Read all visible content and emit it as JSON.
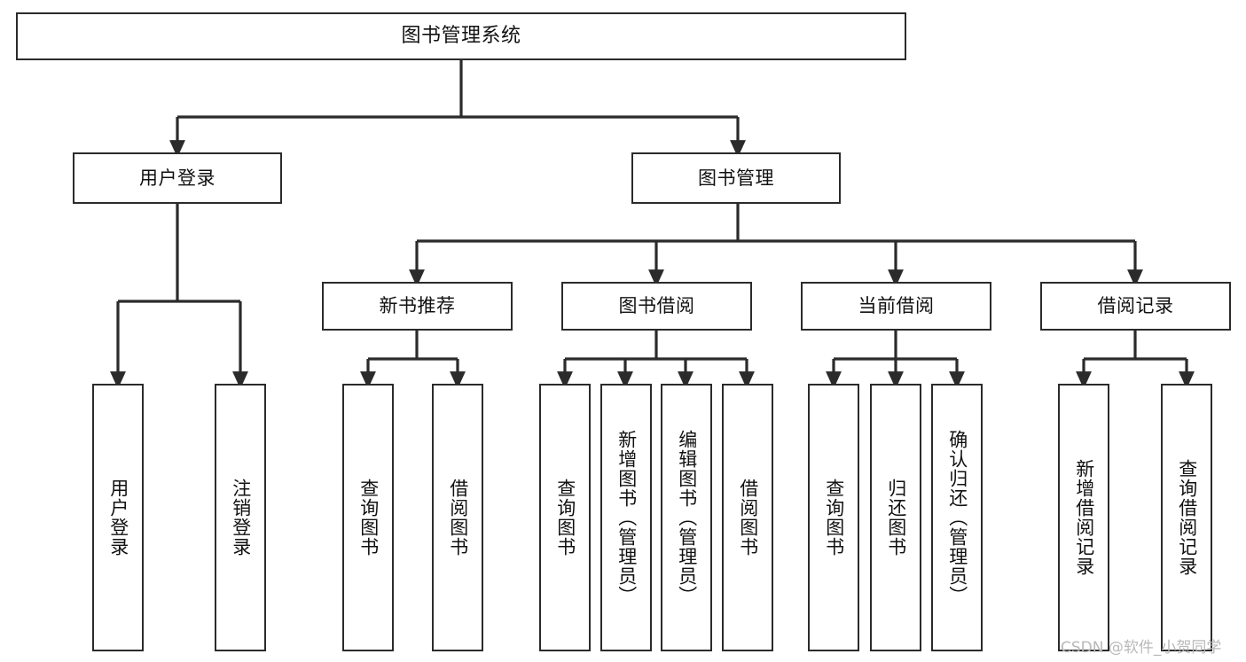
{
  "diagram": {
    "title": "图书管理系统",
    "watermark": "CSDN @软件_小贺同学",
    "stroke_color": "#2b2b2b",
    "background_color": "#ffffff",
    "text_color": "#111111",
    "watermark_color": "#b9b9b9"
  },
  "nodes": {
    "root": {
      "label": "图书管理系统"
    },
    "level2": [
      {
        "label": "用户登录"
      },
      {
        "label": "图书管理"
      }
    ],
    "level3": [
      {
        "label": "新书推荐"
      },
      {
        "label": "图书借阅"
      },
      {
        "label": "当前借阅"
      },
      {
        "label": "借阅记录"
      }
    ],
    "leaves": {
      "user_login": [
        {
          "label": "用户登录"
        },
        {
          "label": "注销登录"
        }
      ],
      "new_book_recommend": [
        {
          "label": "查询图书"
        },
        {
          "label": "借阅图书"
        }
      ],
      "book_borrow": [
        {
          "label": "查询图书"
        },
        {
          "label": "新增图书（管理员）"
        },
        {
          "label": "编辑图书（管理员）"
        },
        {
          "label": "借阅图书"
        }
      ],
      "current_borrow": [
        {
          "label": "查询图书"
        },
        {
          "label": "归还图书"
        },
        {
          "label": "确认归还（管理员）"
        }
      ],
      "borrow_record": [
        {
          "label": "新增借阅记录"
        },
        {
          "label": "查询借阅记录"
        }
      ]
    }
  }
}
